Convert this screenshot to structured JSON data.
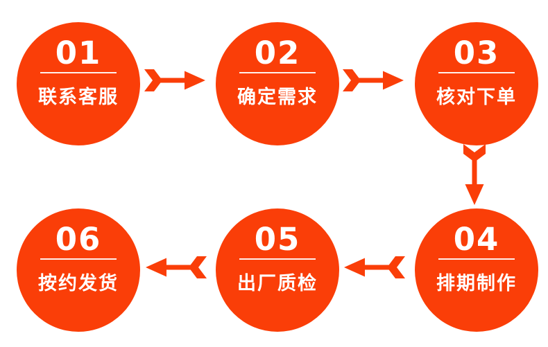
{
  "colors": {
    "accent": "#FA3E08",
    "background": "#FFFFFF",
    "text_on_circle": "#FFFFFF"
  },
  "flow": {
    "type": "process-flow",
    "steps": [
      {
        "number": "01",
        "label": "联系客服"
      },
      {
        "number": "02",
        "label": "确定需求"
      },
      {
        "number": "03",
        "label": "核对下单"
      },
      {
        "number": "04",
        "label": "排期制作"
      },
      {
        "number": "05",
        "label": "出厂质检"
      },
      {
        "number": "06",
        "label": "按约发货"
      }
    ],
    "arrows": [
      {
        "from": "01",
        "to": "02",
        "direction": "right"
      },
      {
        "from": "02",
        "to": "03",
        "direction": "right"
      },
      {
        "from": "03",
        "to": "04",
        "direction": "down"
      },
      {
        "from": "04",
        "to": "05",
        "direction": "left"
      },
      {
        "from": "05",
        "to": "06",
        "direction": "left"
      }
    ]
  }
}
